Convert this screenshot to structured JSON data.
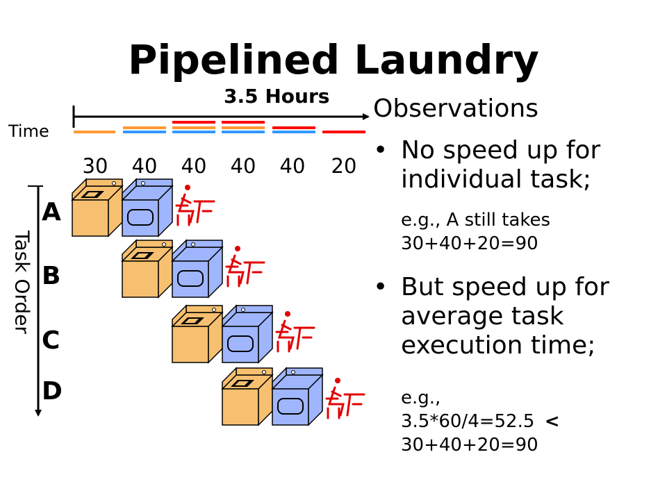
{
  "title": "Pipelined Laundry",
  "timeline": {
    "total_label": "3.5 Hours",
    "time_label": "Time",
    "durations": [
      "30",
      "40",
      "40",
      "40",
      "40",
      "20"
    ]
  },
  "tasks": {
    "axis_label": "Task Order",
    "items": [
      "A",
      "B",
      "C",
      "D"
    ]
  },
  "observations": {
    "heading": "Observations",
    "bullet": "•",
    "point1": {
      "line1": "No speed up for",
      "line2": "individual task;"
    },
    "example1": {
      "line1": "e.g., A still takes",
      "line2": "30+40+20=90"
    },
    "point2": {
      "line1": "But speed up for",
      "line2": "average task",
      "line3": "execution time;"
    },
    "example2": {
      "line1": "e.g.,",
      "line2": "3.5*60/4=52.5",
      "operator": "<",
      "line3": "30+40+20=90"
    }
  },
  "colors": {
    "washer": "#f6c070",
    "dryer": "#9fb6ff",
    "folder": "#e00000",
    "wash_bar": "#ff9933",
    "dry_bar": "#3399ff",
    "fold_bar": "#ff0000"
  }
}
